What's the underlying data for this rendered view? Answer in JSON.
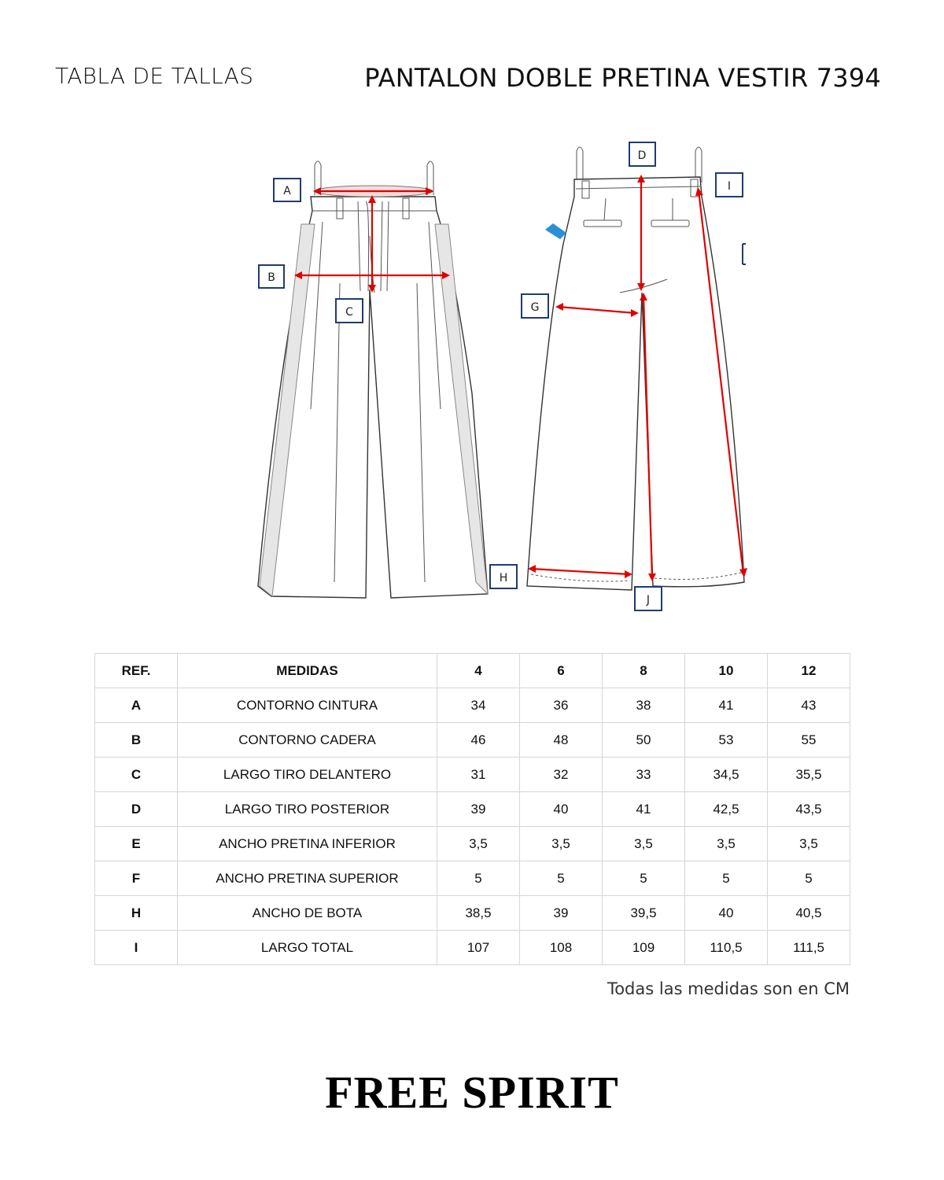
{
  "header": {
    "left_title": "TABLA DE TALLAS",
    "product_title": "PANTALON DOBLE PRETINA VESTIR 7394"
  },
  "diagram_labels": {
    "A": "A",
    "B": "B",
    "C": "C",
    "D": "D",
    "G": "G",
    "H": "H",
    "I": "I",
    "J": "J"
  },
  "table": {
    "headers": [
      "REF.",
      "MEDIDAS",
      "4",
      "6",
      "8",
      "10",
      "12"
    ],
    "rows": [
      [
        "A",
        "CONTORNO CINTURA",
        "34",
        "36",
        "38",
        "41",
        "43"
      ],
      [
        "B",
        "CONTORNO CADERA",
        "46",
        "48",
        "50",
        "53",
        "55"
      ],
      [
        "C",
        "LARGO TIRO DELANTERO",
        "31",
        "32",
        "33",
        "34,5",
        "35,5"
      ],
      [
        "D",
        "LARGO TIRO POSTERIOR",
        "39",
        "40",
        "41",
        "42,5",
        "43,5"
      ],
      [
        "E",
        "ANCHO PRETINA INFERIOR",
        "3,5",
        "3,5",
        "3,5",
        "3,5",
        "3,5"
      ],
      [
        "F",
        "ANCHO PRETINA SUPERIOR",
        "5",
        "5",
        "5",
        "5",
        "5"
      ],
      [
        "H",
        "ANCHO DE BOTA",
        "38,5",
        "39",
        "39,5",
        "40",
        "40,5"
      ],
      [
        "I",
        "LARGO TOTAL",
        "107",
        "108",
        "109",
        "110,5",
        "111,5"
      ]
    ]
  },
  "note": "Todas las medidas son en CM",
  "brand": "FREE SPIRIT",
  "colors": {
    "measure_line": "#e00000",
    "label_border": "#1f3b73"
  }
}
